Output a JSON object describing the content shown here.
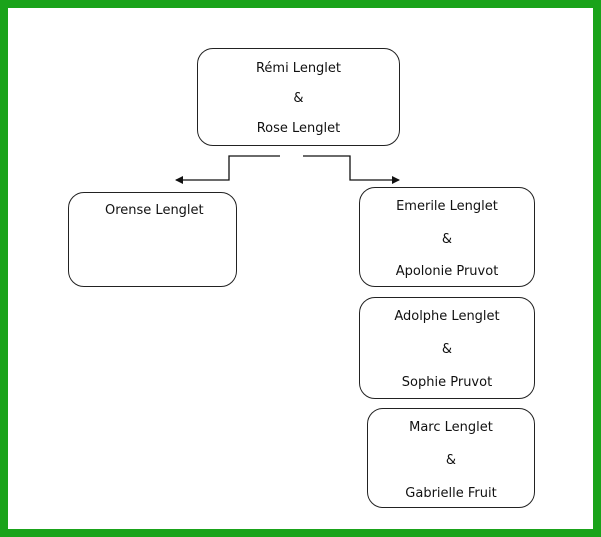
{
  "tree": {
    "root": {
      "line1": "Rémi Lenglet",
      "amp": "&",
      "line2": "Rose Lenglet"
    },
    "left_child": {
      "line1": "Orense  Lenglet"
    },
    "right_children": [
      {
        "line1": "Emerile Lenglet",
        "amp": "&",
        "line2": "Apolonie Pruvot"
      },
      {
        "line1": "Adolphe Lenglet",
        "amp": "&",
        "line2": "Sophie Pruvot"
      },
      {
        "line1": "Marc Lenglet",
        "amp": "&",
        "line2": "Gabrielle Fruit"
      }
    ]
  },
  "colors": {
    "frame_border": "#1aa31a",
    "line": "#111111"
  }
}
